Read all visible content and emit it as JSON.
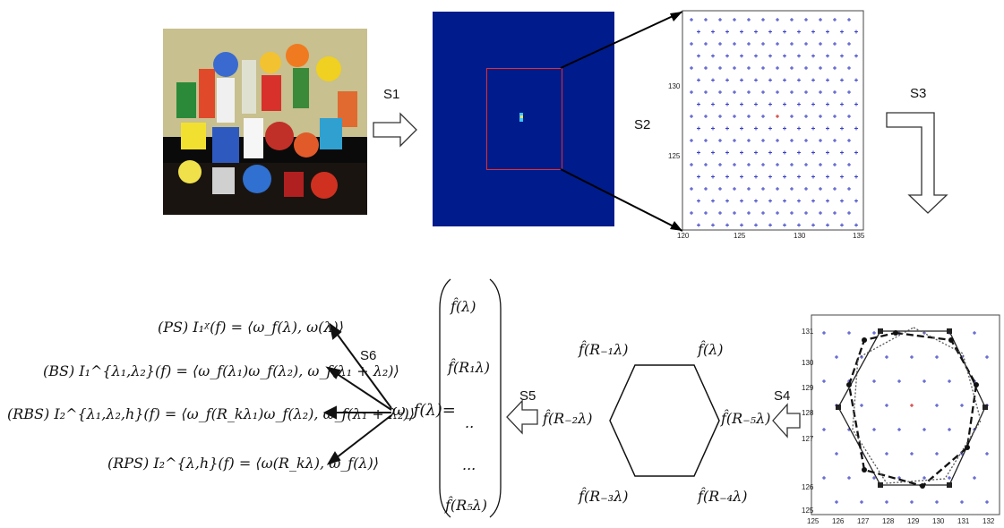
{
  "steps": {
    "s1": "S1",
    "s2": "S2",
    "s3": "S3",
    "s4": "S4",
    "s5": "S5",
    "s6": "S6"
  },
  "lattice_plot": {
    "y_ticks": [
      "130",
      "125"
    ],
    "x_ticks": [
      "120",
      "125",
      "130",
      "135"
    ]
  },
  "hex_plot": {
    "y_ticks": [
      "131",
      "130",
      "129",
      "128",
      "127",
      "126",
      "125"
    ],
    "x_ticks": [
      "125",
      "126",
      "127",
      "128",
      "129",
      "130",
      "131",
      "132"
    ]
  },
  "hexagon_labels": {
    "top_left": "f̂(R₋₁λ)",
    "top_right": "f̂(λ)",
    "mid_left": "f̂(R₋₂λ)",
    "mid_right": "f̂(R₋₅λ)",
    "bottom_left": "f̂(R₋₃λ)",
    "bottom_right": "f̂(R₋₄λ)"
  },
  "vector": {
    "lhs": "ω_f(λ)=",
    "entries": [
      "f̂(λ)",
      "f̂(R₁λ)",
      "..",
      "...",
      "f̂(R₅λ)"
    ]
  },
  "invariants": [
    "(PS)  I₁ᵡ(f) = ⟨ω_f(λ), ω(λ)⟩",
    "(BS)  I₁^{λ₁,λ₂}(f) = ⟨ω_f(λ₁)ω_f(λ₂), ω_f(λ₁ + λ₂)⟩",
    "(RBS)  I₂^{λ₁,λ₂,h}(f) = ⟨ω_f(R_kλ₁)ω_f(λ₂), ω_f(λ₁ + λ₂)⟩",
    "(RPS)  I₂^{λ,h}(f) = ⟨ω(R_kλ), ω_f(λ)⟩"
  ],
  "colors": {
    "spectrum_bg": "#001b8c",
    "zoom_box": "#e0302e",
    "lattice_point": "#3a3fc4",
    "center_point": "#d02020"
  }
}
